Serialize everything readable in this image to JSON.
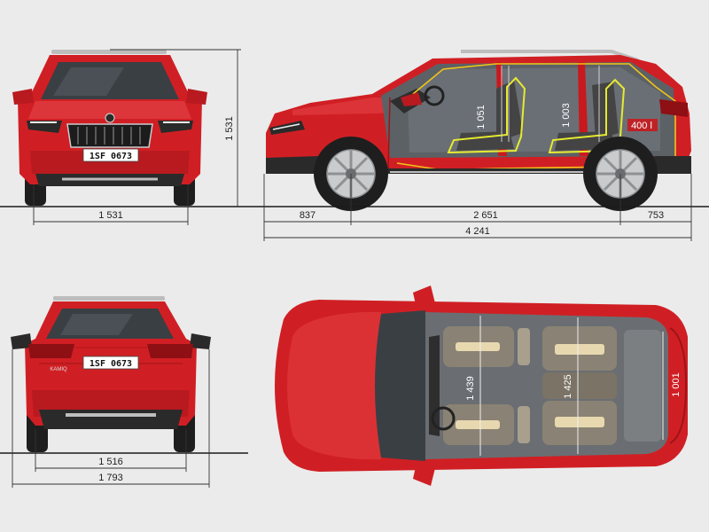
{
  "colors": {
    "background": "#ebebeb",
    "body_red": "#d01f24",
    "body_dark_red": "#9c1418",
    "body_highlight": "#e8484c",
    "glass": "#3a3f44",
    "tyre": "#1e1e1e",
    "rim": "#c9cbcd",
    "trim": "#bdbdbd",
    "cladding": "#2a2a2a",
    "seat_outline": "#e6ea2f",
    "cargo_outline": "#f0c419",
    "dimension_line": "#333333"
  },
  "icons": {
    "brand_badge": "skoda-winged-arrow-icon",
    "front_grille": "grille-icon",
    "wheel": "wheel-icon"
  },
  "views": {
    "front": {
      "name": "front-view",
      "plate": "1SF 0673",
      "dimensions": {
        "height": "1 531",
        "track_width": "1 531"
      }
    },
    "side": {
      "name": "side-view",
      "dimensions": {
        "front_overhang": "837",
        "wheelbase": "2 651",
        "rear_overhang": "753",
        "length": "4 241",
        "front_headroom": "1 051",
        "rear_headroom": "1 003",
        "boot_volume": "400 l"
      }
    },
    "rear": {
      "name": "rear-view",
      "plate": "1SF 0673",
      "badge": "KAMIQ",
      "dimensions": {
        "track_width": "1 516",
        "overall_width": "1 793"
      }
    },
    "top": {
      "name": "top-view",
      "dimensions": {
        "front_shoulder_width": "1 439",
        "rear_shoulder_width": "1 425",
        "boot_width": "1 001"
      }
    }
  }
}
